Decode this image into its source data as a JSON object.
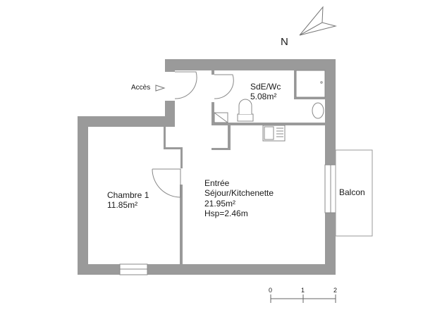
{
  "plan": {
    "north": {
      "label": "N",
      "icon": "north-arrow-icon"
    },
    "access": {
      "label": "Accès",
      "icon": "entry-arrow-icon"
    },
    "rooms": [
      {
        "id": "sde-wc",
        "name": "SdE/Wc",
        "area": "5.08m²"
      },
      {
        "id": "chambre-1",
        "name": "Chambre 1",
        "area": "11.85m²"
      },
      {
        "id": "sejour",
        "name_line1": "Entrée",
        "name_line2": "Séjour/Kitchenette",
        "area": "21.95m²",
        "height": "Hsp=2.46m"
      },
      {
        "id": "balcon",
        "name": "Balcon"
      }
    ],
    "scale": {
      "ticks": [
        "0",
        "1",
        "2"
      ]
    },
    "colors": {
      "wall": "#9a9a9a",
      "line": "#8a8a8a",
      "text": "#1a1a1a",
      "background": "#ffffff"
    }
  }
}
